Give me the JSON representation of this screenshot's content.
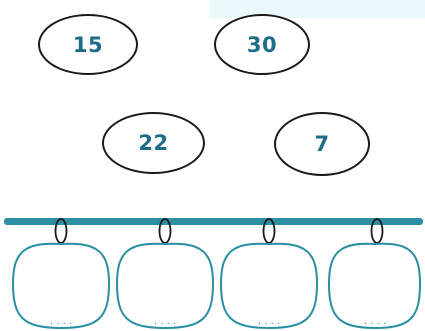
{
  "numbers": {
    "n1": "15",
    "n2": "30",
    "n3": "22",
    "n4": "7"
  },
  "colors": {
    "text": "#1f6c88",
    "rod": "#2d8fa6",
    "box_outline": "#2a8da4",
    "oval_outline": "#1a1a1a",
    "top_tint": "#eaf8fb"
  },
  "boxes": [
    {
      "dots": ". . . ."
    },
    {
      "dots": ". . . ."
    },
    {
      "dots": ". . . ."
    },
    {
      "dots": ". . . ."
    }
  ]
}
